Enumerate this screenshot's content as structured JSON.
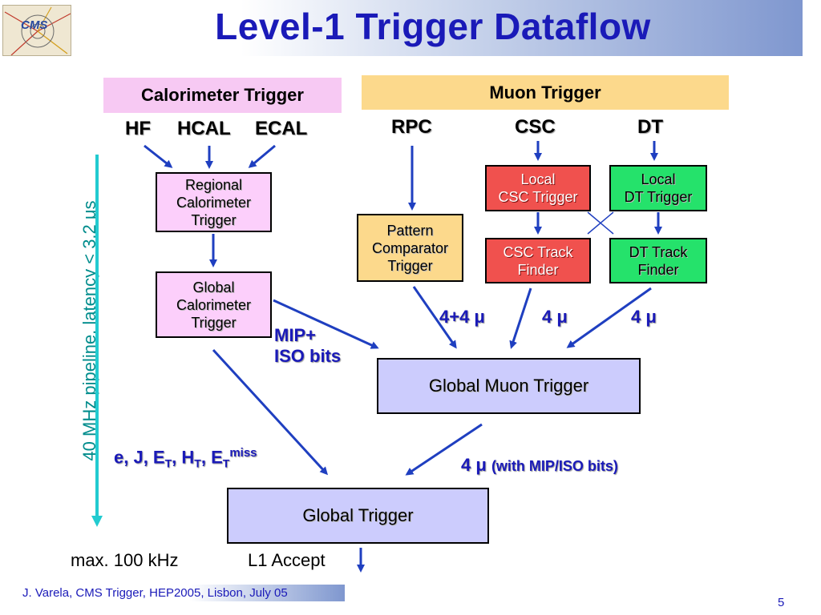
{
  "title": "Level-1 Trigger Dataflow",
  "logo_text": "CMS",
  "calorimeter": {
    "header": "Calorimeter Trigger",
    "inputs": [
      "HF",
      "HCAL",
      "ECAL"
    ],
    "regional": [
      "Regional",
      "Calorimeter",
      "Trigger"
    ],
    "global": [
      "Global",
      "Calorimeter",
      "Trigger"
    ]
  },
  "muon": {
    "header": "Muon Trigger",
    "inputs": [
      "RPC",
      "CSC",
      "DT"
    ],
    "pattern": [
      "Pattern",
      "Comparator",
      "Trigger"
    ],
    "local_csc": [
      "Local",
      "CSC Trigger"
    ],
    "local_dt": [
      "Local",
      "DT Trigger"
    ],
    "csc_track": [
      "CSC Track",
      "Finder"
    ],
    "dt_track": [
      "DT Track",
      "Finder"
    ]
  },
  "flows": {
    "rpc_count": "4+4 μ",
    "csc_count": "4 μ",
    "dt_count": "4 μ",
    "mip_iso": [
      "MIP+",
      "ISO bits"
    ],
    "gmt_to_gt_count": "4 μ",
    "gmt_to_gt_note": "(with MIP/ISO bits)",
    "calo_objects": {
      "e": "e, J, E",
      "t1": "T",
      "h": ", H",
      "t2": "T",
      "comma": ", E",
      "t3": "T",
      "miss": "miss"
    }
  },
  "global_muon_trigger": "Global Muon Trigger",
  "global_trigger": "Global Trigger",
  "rate": "max. 100 kHz",
  "accept": "L1 Accept",
  "latency": "40 MHz pipeline,  latency < 3.2 μs",
  "footer": "J. Varela, CMS Trigger, HEP2005, Lisbon, July 05",
  "page_number": "5",
  "colors": {
    "title": "#1a1ab8",
    "arrow": "#1f3fc0",
    "latency_arrow": "#22cbd0",
    "calo_header": "#f7c9f3",
    "muon_header": "#fcd98c",
    "local_csc": "#f0514e",
    "local_dt": "#25e26b",
    "global_boxes": "#ccccfd"
  }
}
